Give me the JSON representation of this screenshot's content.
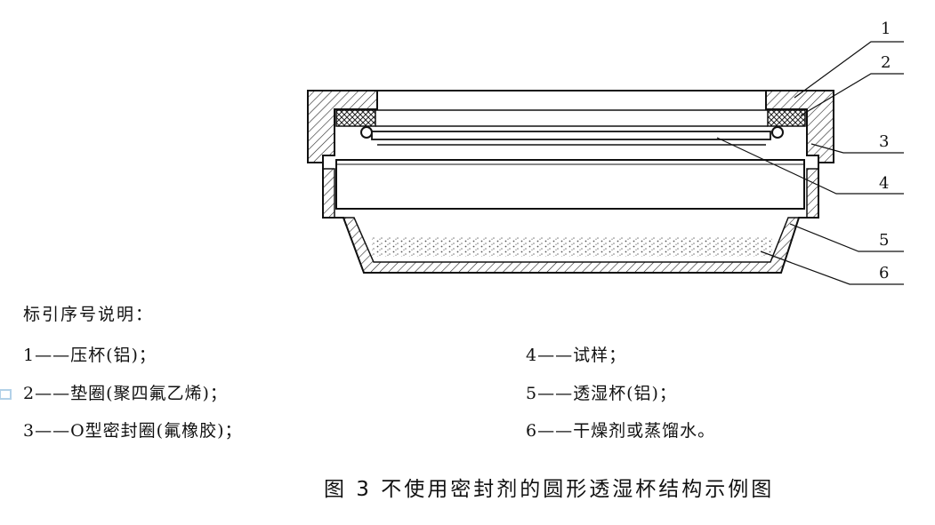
{
  "callouts": [
    "1",
    "2",
    "3",
    "4",
    "5",
    "6"
  ],
  "legend": {
    "heading": "标引序号说明：",
    "items": [
      {
        "num": "1",
        "text": "压杯(铝)；"
      },
      {
        "num": "2",
        "text": "垫圈(聚四氟乙烯)；"
      },
      {
        "num": "3",
        "text": "O型密封圈(氟橡胶)；"
      },
      {
        "num": "4",
        "text": "试样；"
      },
      {
        "num": "5",
        "text": "透湿杯(铝)；"
      },
      {
        "num": "6",
        "text": "干燥剂或蒸馏水。"
      }
    ]
  },
  "caption": "图 3   不使用密封剂的圆形透湿杯结构示例图",
  "colors": {
    "line": "#111111",
    "hatch": "#222222",
    "watermark": "#7fb3d9"
  }
}
